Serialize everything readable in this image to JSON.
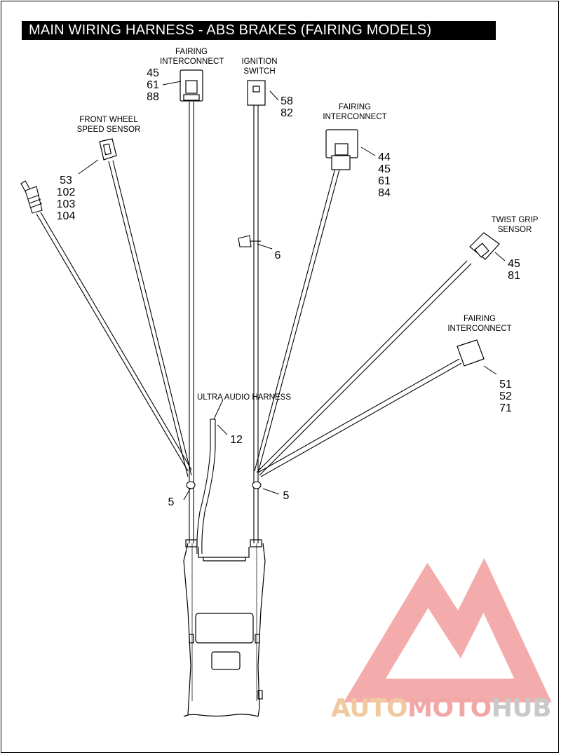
{
  "title": "MAIN WIRING HARNESS - ABS BRAKES (FAIRING MODELS)",
  "components": {
    "fairing_interconnect_top": {
      "label": [
        "FAIRING",
        "INTERCONNECT"
      ],
      "refs": [
        "45",
        "61",
        "88"
      ]
    },
    "ignition_switch": {
      "label": [
        "IGNITION",
        "SWITCH"
      ],
      "refs": [
        "58",
        "82"
      ]
    },
    "front_wheel_speed_sensor": {
      "label": [
        "FRONT WHEEL",
        "SPEED SENSOR"
      ],
      "refs": [
        "53",
        "102",
        "103",
        "104"
      ]
    },
    "fairing_interconnect_right": {
      "label": [
        "FAIRING",
        "INTERCONNECT"
      ],
      "refs": [
        "44",
        "45",
        "61",
        "84"
      ]
    },
    "twist_grip_sensor": {
      "label": [
        "TWIST GRIP",
        "SENSOR"
      ],
      "refs": [
        "45",
        "81"
      ]
    },
    "fairing_interconnect_lower": {
      "label": [
        "FAIRING",
        "INTERCONNECT"
      ],
      "refs": [
        "51",
        "52",
        "71"
      ]
    },
    "ultra_audio_harness": {
      "label": [
        "ULTRA AUDIO HARNESS"
      ],
      "refs": [
        "12"
      ]
    }
  },
  "callouts": {
    "clip": "6",
    "tie_left": "5",
    "tie_right": "5"
  },
  "logo": {
    "part1": "AUTO",
    "part2": "MOTO",
    "part3": "HUB",
    "colors": [
      "#f0c9a0",
      "#f2a7a7",
      "#c9c9c9"
    ]
  }
}
